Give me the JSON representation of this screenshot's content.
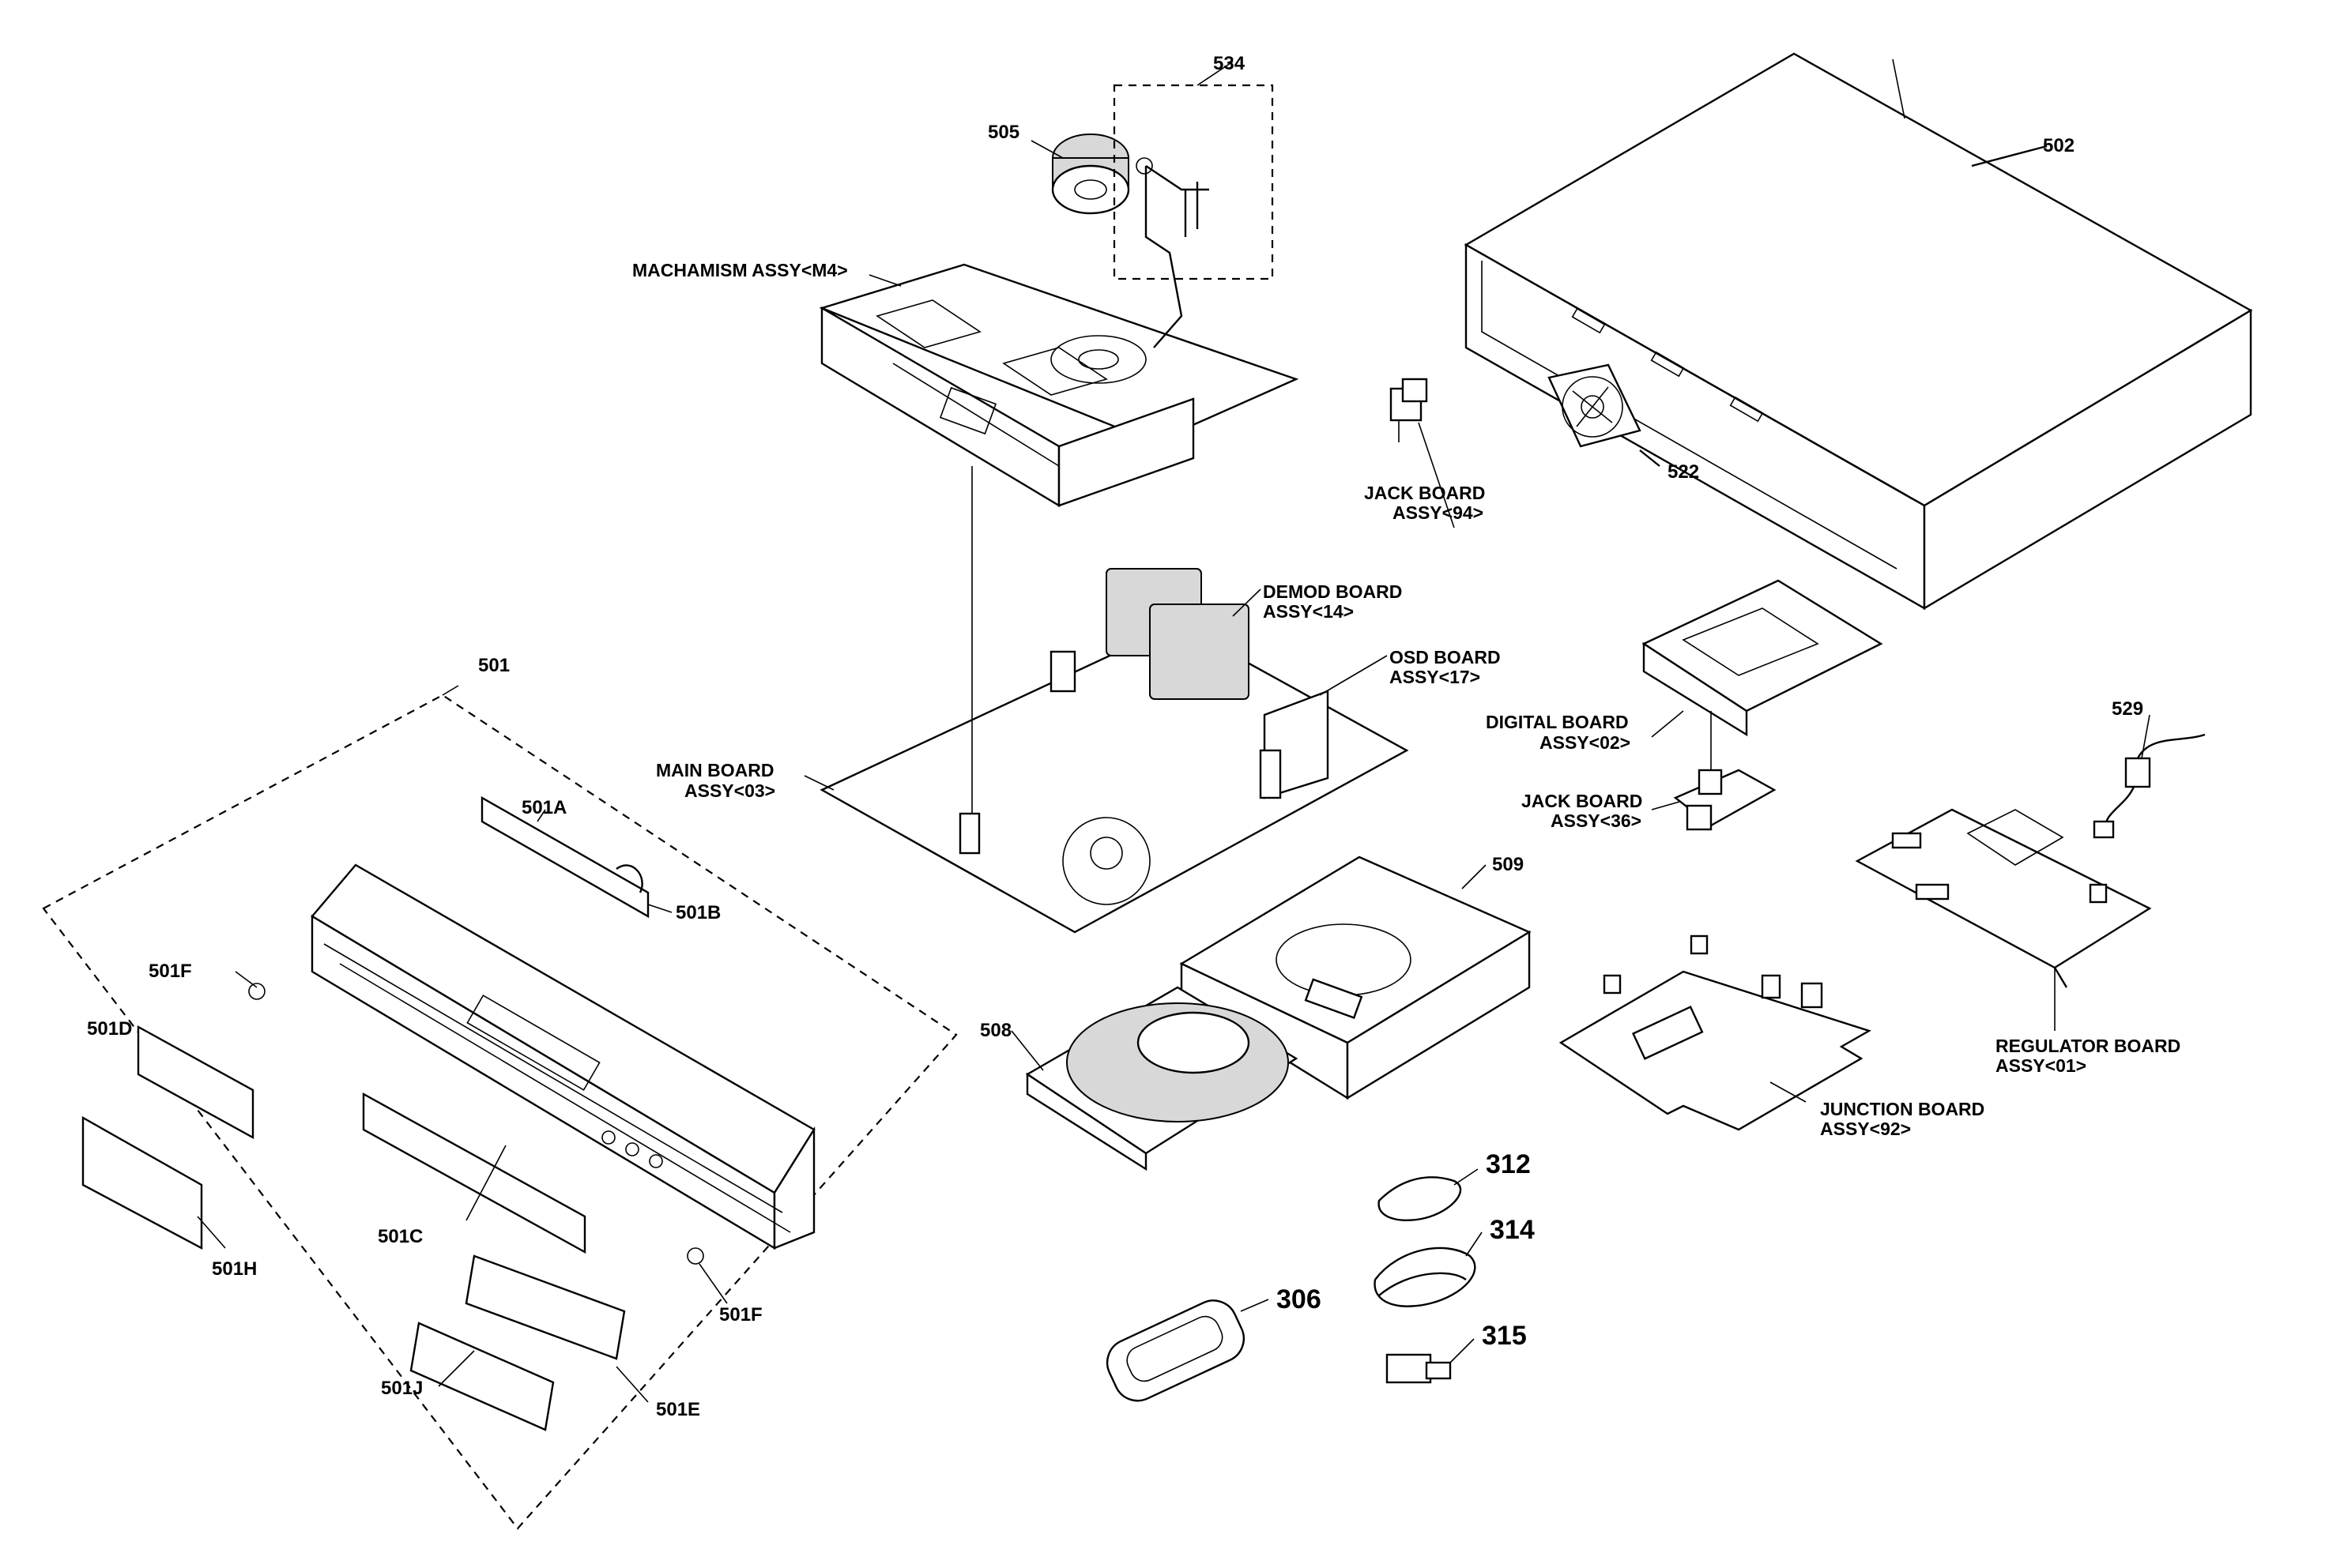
{
  "labels": {
    "p534": "534",
    "p505": "505",
    "p502": "502",
    "mechanism": "MACHAMISM ASSY<M4>",
    "jack94_a": "JACK BOARD",
    "jack94_b": "ASSY<94>",
    "p522": "522",
    "demod_a": "DEMOD BOARD",
    "demod_b": "ASSY<14>",
    "osd_a": "OSD BOARD",
    "osd_b": "ASSY<17>",
    "p501": "501",
    "digital_a": "DIGITAL BOARD",
    "digital_b": "ASSY<02>",
    "main_a": "MAIN BOARD",
    "main_b": "ASSY<03>",
    "p529": "529",
    "jack36_a": "JACK BOARD",
    "jack36_b": "ASSY<36>",
    "p501A": "501A",
    "p509": "509",
    "p501B": "501B",
    "p501F_1": "501F",
    "p501D": "501D",
    "p508": "508",
    "regulator_a": "REGULATOR BOARD",
    "regulator_b": "ASSY<01>",
    "junction_a": "JUNCTION BOARD",
    "junction_b": "ASSY<92>",
    "p312": "312",
    "p314": "314",
    "p501C": "501C",
    "p501H": "501H",
    "p501F_2": "501F",
    "p306": "306",
    "p315": "315",
    "p501J": "501J",
    "p501E": "501E"
  }
}
